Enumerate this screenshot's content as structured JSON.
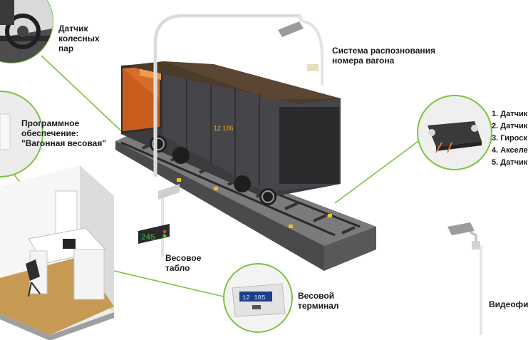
{
  "labels": {
    "wheel_sensor": "Датчик\nколесных\nпар",
    "software": "Программное\nобеспечение:\n\"Вагонная весовая\"",
    "recognition": "Система распознования\nномера вагона",
    "scoreboard": "Весовое\nтабло",
    "terminal": "Весовой\nтерминал",
    "video": "Видеофи"
  },
  "sensor_list": [
    "1. Датчик",
    "2. Датчик",
    "3. Гироск",
    "4. Акселе",
    "5. Датчик"
  ],
  "wagon_number": "12 186",
  "scoreboard_digits": "245",
  "terminal_screen": "12 185",
  "colors": {
    "accent_green": "#7cc242",
    "wagon_body": "#3a3a3c",
    "wagon_stripe": "#e8742a",
    "coal": "#4a3b2a",
    "platform": "#5f5f62",
    "pole": "#e6e6e6"
  }
}
